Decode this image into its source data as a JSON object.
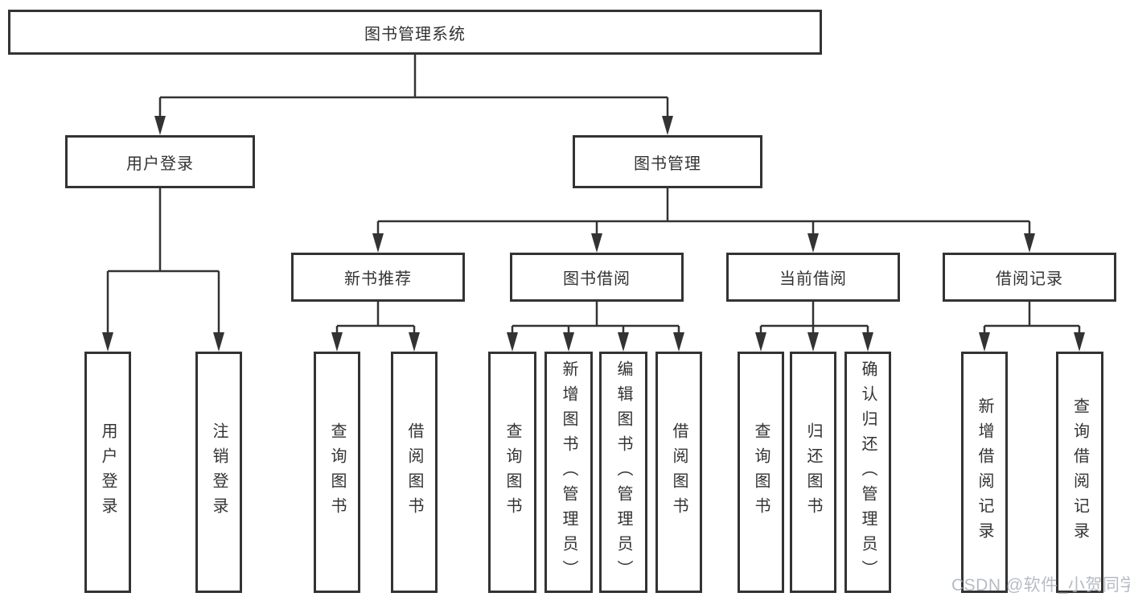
{
  "diagram": {
    "type": "hierarchy-tree",
    "orientation": "top-down",
    "colors": {
      "background": "#ffffff",
      "box_border": "#333333",
      "box_fill": "#ffffff",
      "line": "#333333",
      "text": "#333333",
      "watermark_text": "#aab0ba"
    }
  },
  "tree": {
    "label": "图书管理系统",
    "children": [
      {
        "label": "用户登录",
        "children": [
          {
            "label": "用户登录"
          },
          {
            "label": "注销登录"
          }
        ]
      },
      {
        "label": "图书管理",
        "children": [
          {
            "label": "新书推荐",
            "children": [
              {
                "label": "查询图书"
              },
              {
                "label": "借阅图书"
              }
            ]
          },
          {
            "label": "图书借阅",
            "children": [
              {
                "label": "查询图书"
              },
              {
                "label": "新增图书（管理员）"
              },
              {
                "label": "编辑图书（管理员）"
              },
              {
                "label": "借阅图书"
              }
            ]
          },
          {
            "label": "当前借阅",
            "children": [
              {
                "label": "查询图书"
              },
              {
                "label": "归还图书"
              },
              {
                "label": "确认归还（管理员）"
              }
            ]
          },
          {
            "label": "借阅记录",
            "children": [
              {
                "label": "新增借阅记录"
              },
              {
                "label": "查询借阅记录"
              }
            ]
          }
        ]
      }
    ]
  },
  "watermark": {
    "text": "CSDN @软件_小贺同学"
  }
}
